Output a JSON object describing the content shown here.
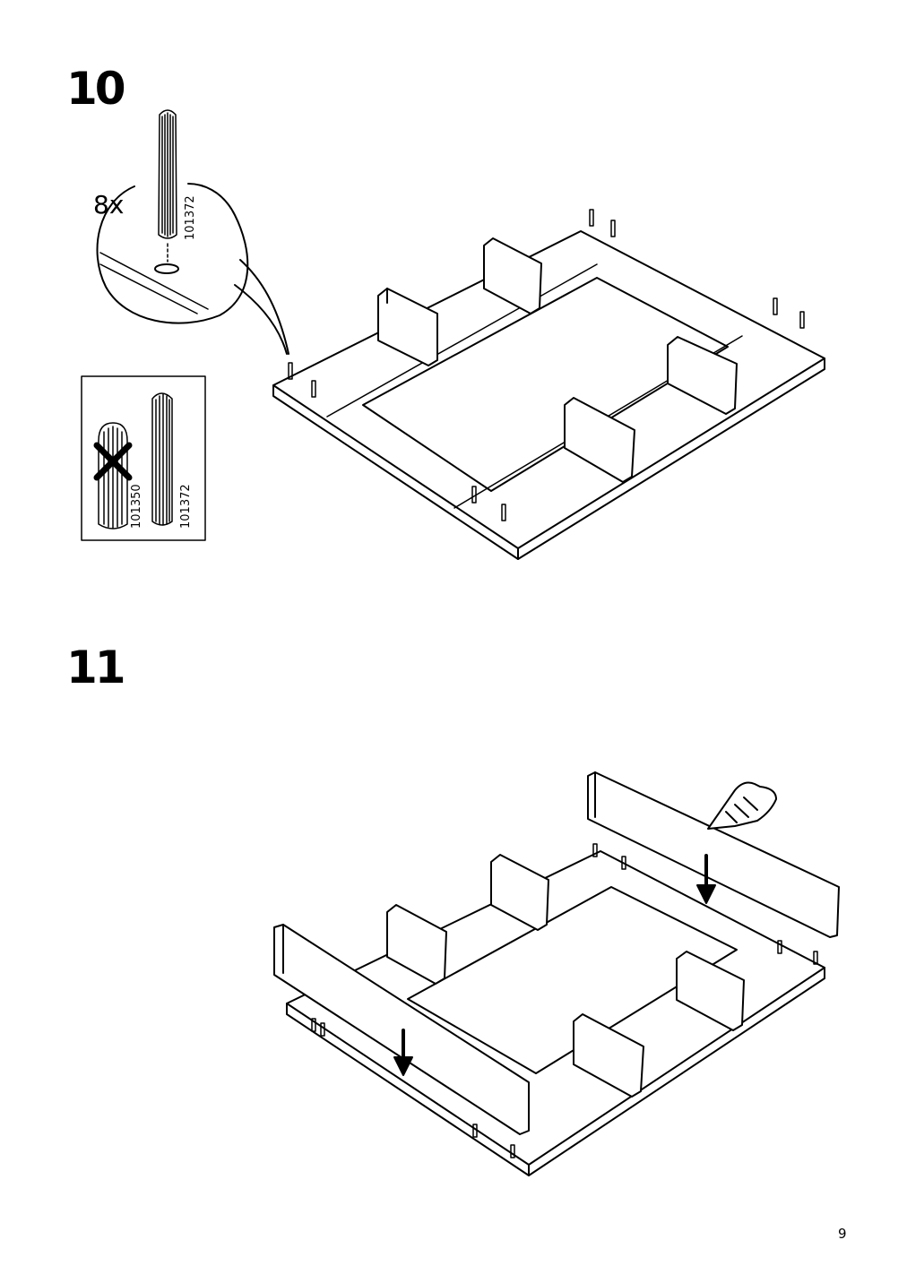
{
  "steps": [
    {
      "number": "10",
      "quantity": "8x",
      "dowel_code": "101372",
      "comparison": {
        "wrong_code": "101350",
        "right_code": "101372"
      }
    },
    {
      "number": "11"
    }
  ],
  "page_number": "9",
  "icons": [
    "dowel-icon",
    "wrong-x-icon",
    "pressing-hand-icon",
    "down-arrow-icon"
  ]
}
